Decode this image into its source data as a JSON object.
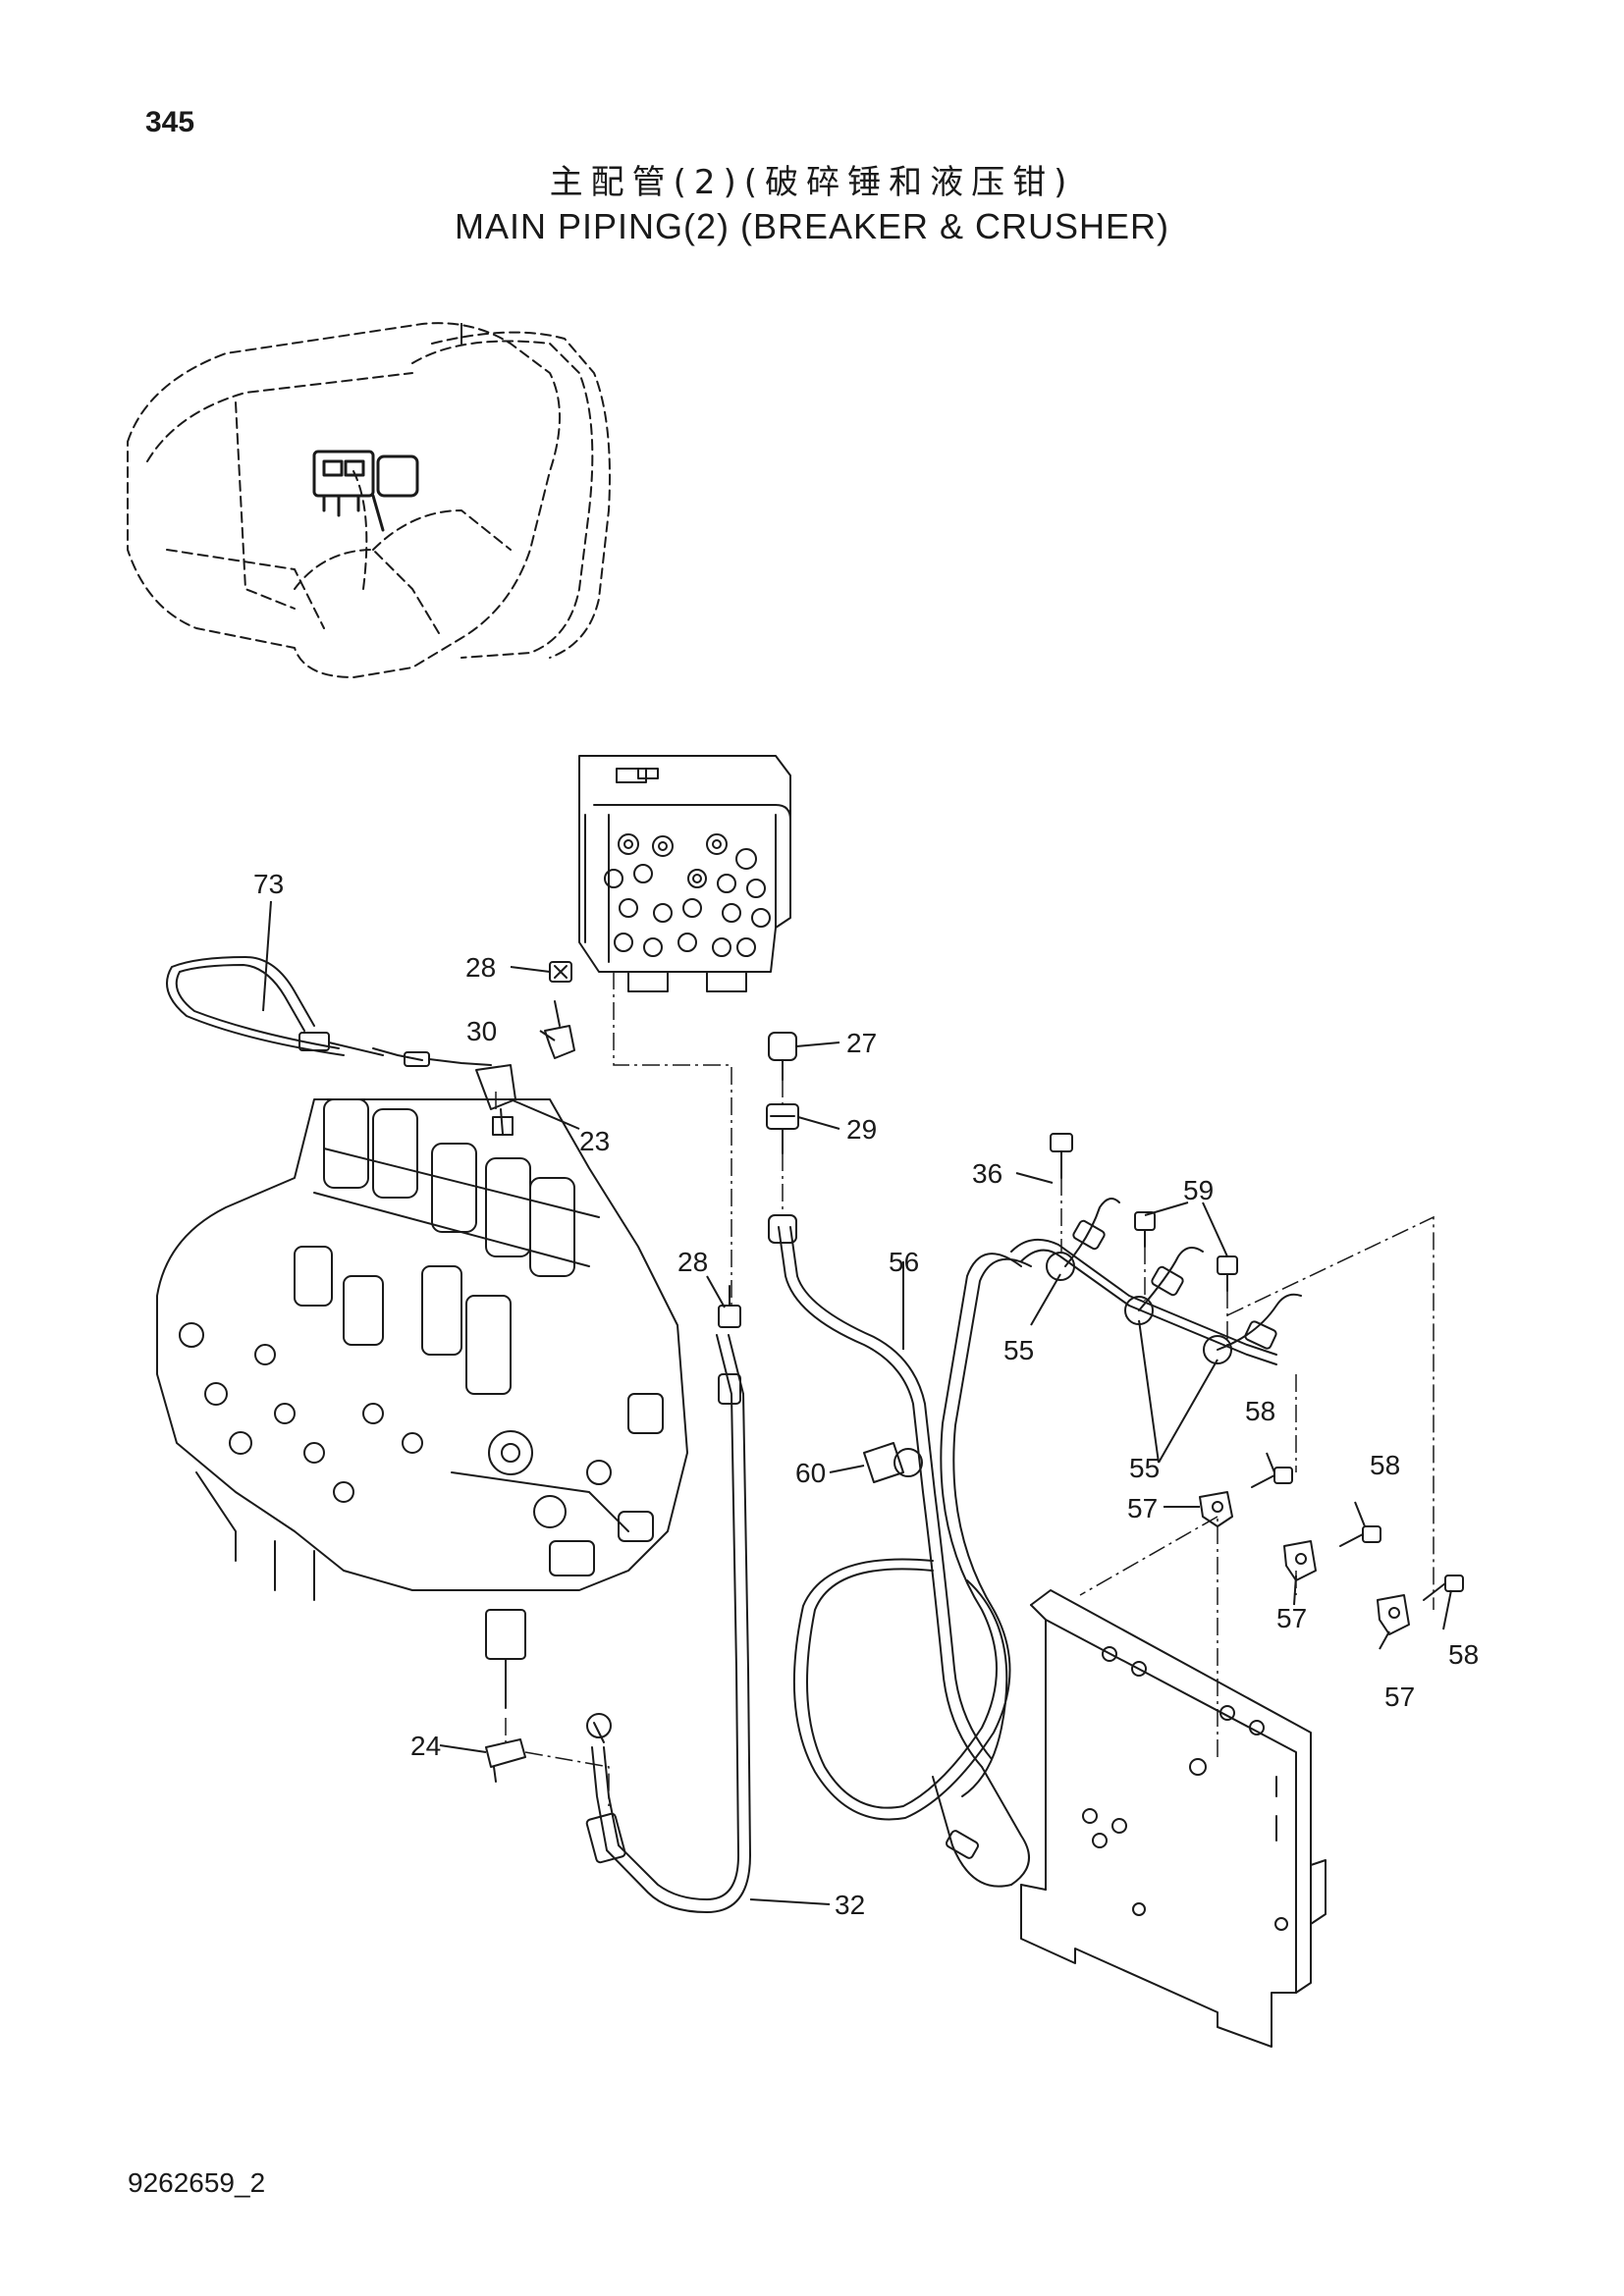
{
  "header": {
    "page_number": "345",
    "title_cn": "主配管(2)(破碎锤和液压钳)",
    "title_en": "MAIN  PIPING(2)  (BREAKER & CRUSHER)"
  },
  "footer": {
    "doc_id": "9262659_2"
  },
  "callouts": [
    {
      "id": "c73",
      "label": "73"
    },
    {
      "id": "c28a",
      "label": "28"
    },
    {
      "id": "c30",
      "label": "30"
    },
    {
      "id": "c27",
      "label": "27"
    },
    {
      "id": "c23",
      "label": "23"
    },
    {
      "id": "c29",
      "label": "29"
    },
    {
      "id": "c59",
      "label": "59"
    },
    {
      "id": "c36",
      "label": "36"
    },
    {
      "id": "c28b",
      "label": "28"
    },
    {
      "id": "c56",
      "label": "56"
    },
    {
      "id": "c55a",
      "label": "55"
    },
    {
      "id": "c55b",
      "label": "55"
    },
    {
      "id": "c58a",
      "label": "58"
    },
    {
      "id": "c60",
      "label": "60"
    },
    {
      "id": "c58b",
      "label": "58"
    },
    {
      "id": "c57a",
      "label": "57"
    },
    {
      "id": "c57b",
      "label": "57"
    },
    {
      "id": "c58c",
      "label": "58"
    },
    {
      "id": "c57c",
      "label": "57"
    },
    {
      "id": "c24",
      "label": "24"
    },
    {
      "id": "c32",
      "label": "32"
    }
  ]
}
